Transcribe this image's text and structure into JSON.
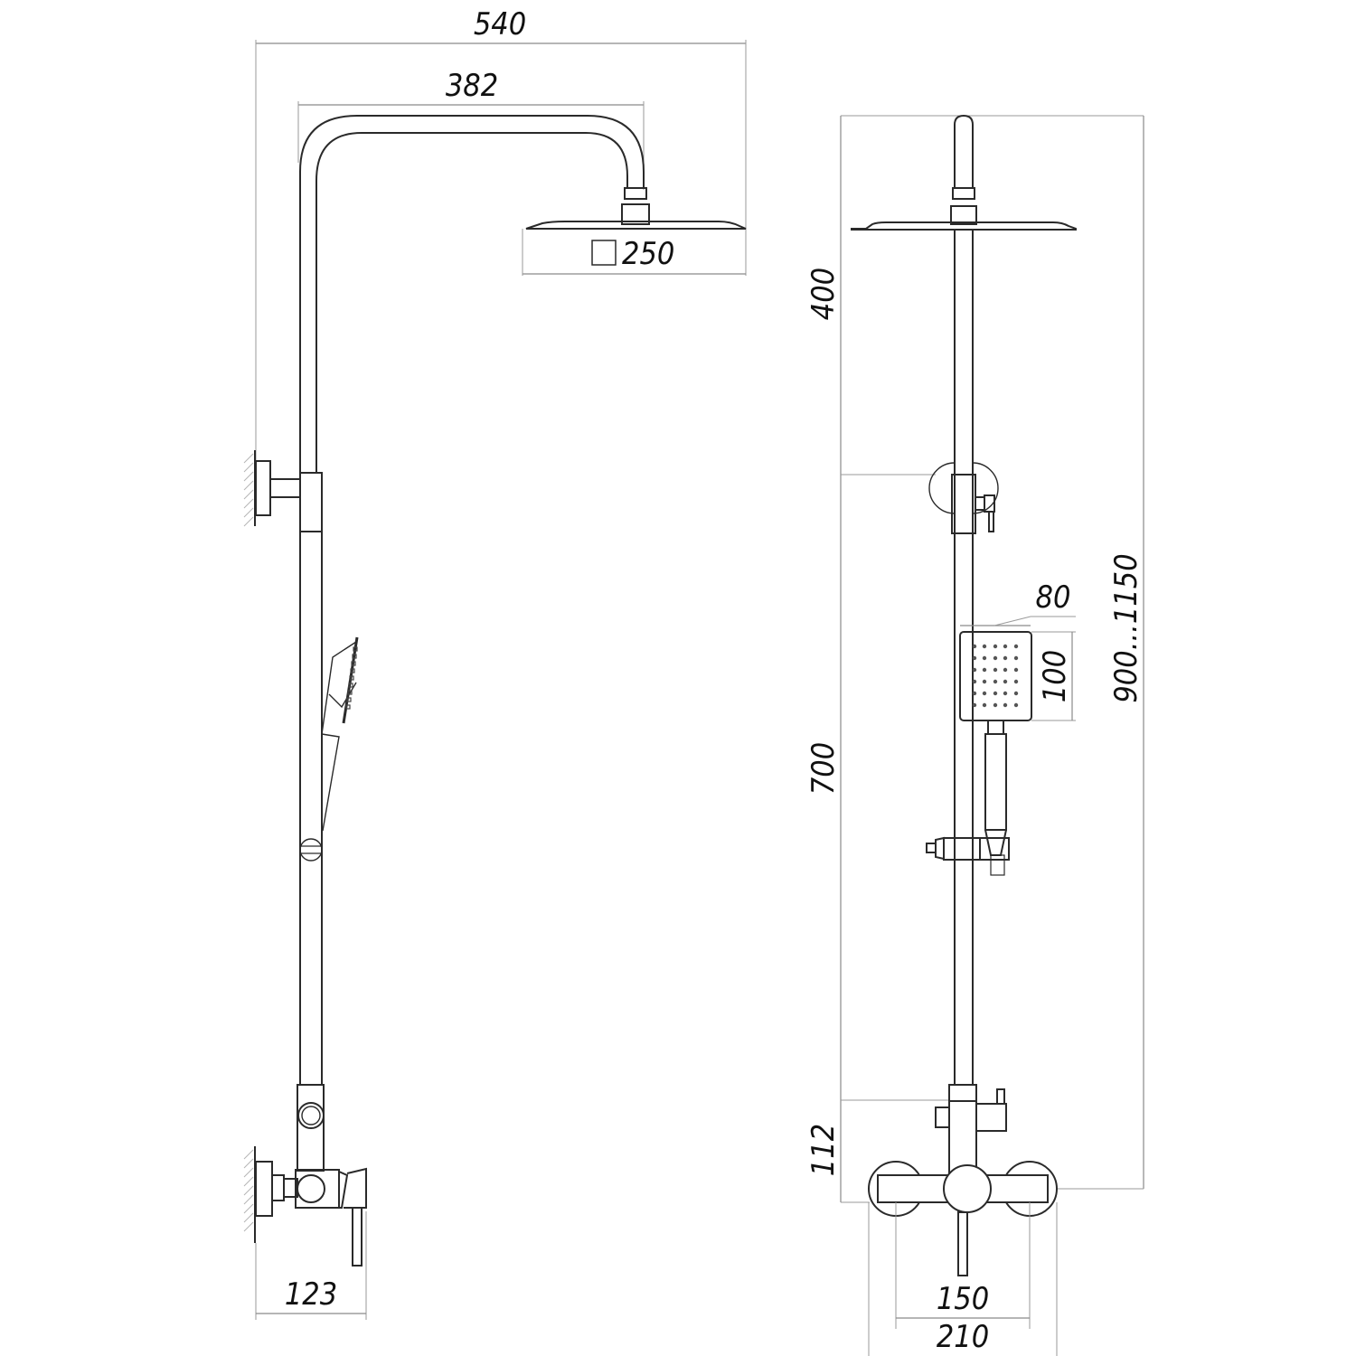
{
  "drawing": {
    "title": "Shower system dimension drawing",
    "colors": {
      "line": "#2a2a2a",
      "dimension": "#8a8a8a",
      "text": "#111111",
      "background": "#ffffff"
    },
    "side_view": {
      "dimensions": {
        "total_width": "540",
        "arm_reach": "382",
        "head_size": "250",
        "mixer_depth": "123"
      }
    },
    "front_view": {
      "dimensions": {
        "top_section": "400",
        "middle_section": "700",
        "mixer_height": "112",
        "total_height_range": "900...1150",
        "hand_shower_width": "80",
        "hand_shower_height": "100",
        "inlet_spacing": "150",
        "mixer_width": "210"
      }
    }
  }
}
